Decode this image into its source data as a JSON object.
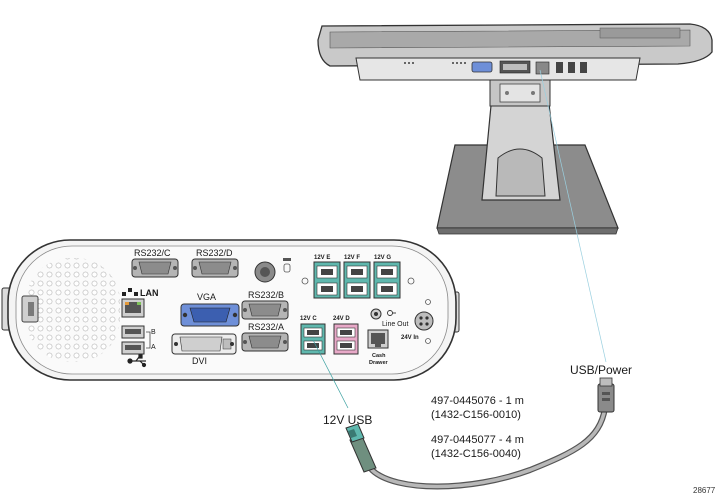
{
  "panel": {
    "rs232c": "RS232/C",
    "rs232d": "RS232/D",
    "rs232b": "RS232/B",
    "rs232a": "RS232/A",
    "lan": "LAN",
    "vga": "VGA",
    "dvi": "DVI",
    "port_b": "B",
    "port_a": "A",
    "port_e": "12V  E",
    "port_f": "12V  F",
    "port_g": "12V  G",
    "port_c": "12V  C",
    "port_d": "24V  D",
    "line_out": "Line Out",
    "v24_in": "24V In",
    "cash_drawer_1": "Cash",
    "cash_drawer_2": "Drawer"
  },
  "callouts": {
    "usb_12v": "12V USB",
    "usb_power": "USB/Power"
  },
  "cables": {
    "part1_line1": "497-0445076 - 1 m",
    "part1_line2": "(1432-C156-0010)",
    "part2_line1": "497-0445077 - 4 m",
    "part2_line2": "(1432-C156-0040)"
  },
  "figure_number": "28677",
  "colors": {
    "teal": "#5fb8ae",
    "pink": "#e8a9c8",
    "vga_blue": "#6e8fd8",
    "lan_orange": "#e59a3a",
    "body_gray": "#d6d6d6",
    "outline": "#333333"
  }
}
